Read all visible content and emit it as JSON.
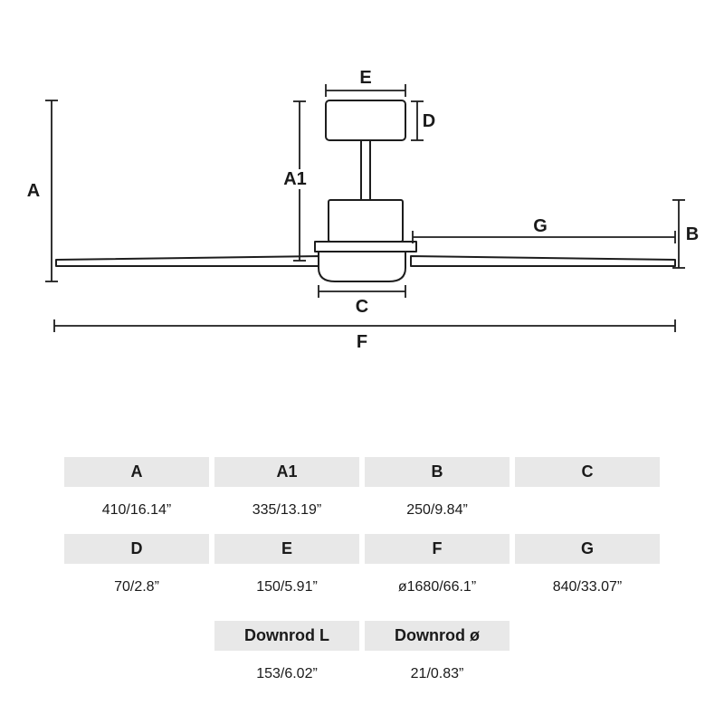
{
  "diagram": {
    "labels": {
      "A": "A",
      "A1": "A1",
      "B": "B",
      "C": "C",
      "D": "D",
      "E": "E",
      "F": "F",
      "G": "G"
    }
  },
  "table": {
    "rows": [
      {
        "type": "header",
        "cells": [
          "A",
          "A1",
          "B",
          "C"
        ]
      },
      {
        "type": "value",
        "cells": [
          "410/16.14”",
          "335/13.19”",
          "250/9.84”",
          ""
        ]
      },
      {
        "type": "header",
        "cells": [
          "D",
          "E",
          "F",
          "G"
        ]
      },
      {
        "type": "value",
        "cells": [
          "70/2.8”",
          "150/5.91”",
          "ø1680/66.1”",
          "840/33.07”"
        ]
      },
      {
        "type": "header",
        "cells": [
          "",
          "Downrod L",
          "Downrod ø",
          ""
        ]
      },
      {
        "type": "value",
        "cells": [
          "",
          "153/6.02”",
          "21/0.83”",
          ""
        ]
      }
    ]
  },
  "colors": {
    "line": "#1d1d1d",
    "header_cell_bg": "#e8e8e8"
  }
}
